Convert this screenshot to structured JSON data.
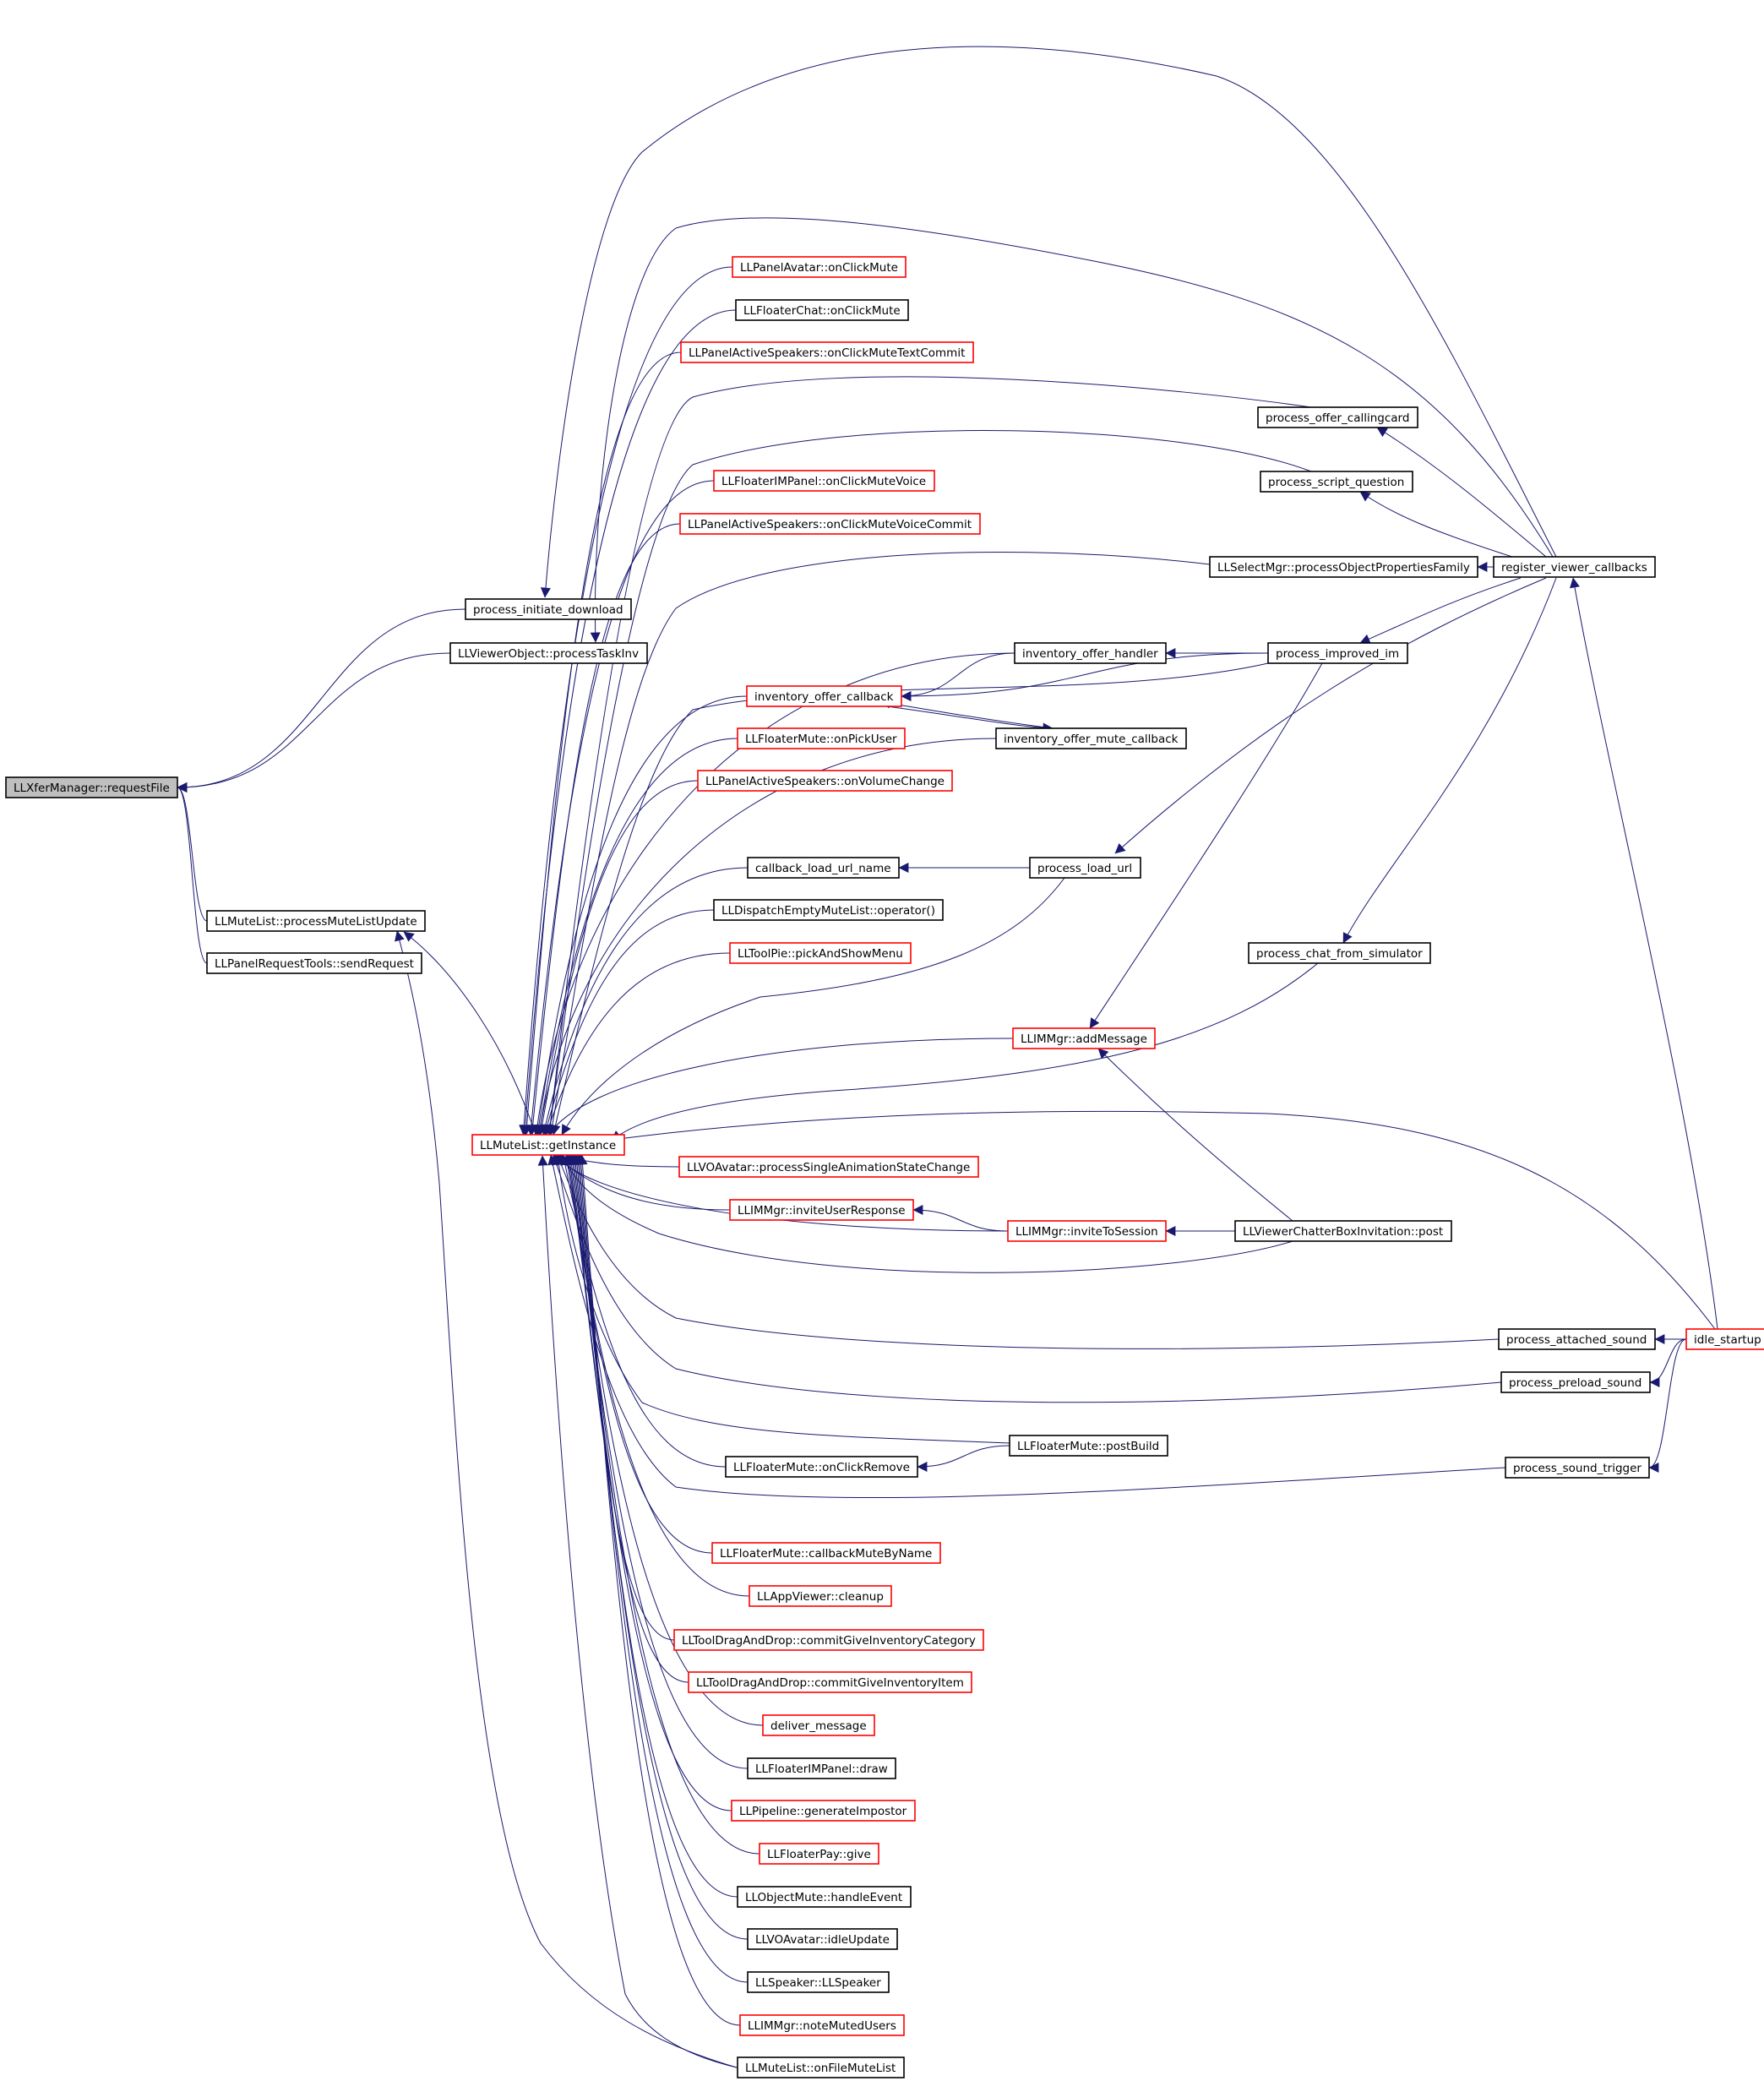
{
  "colors": {
    "edge": "#191970",
    "border_normal": "#000000",
    "border_truncated": "#ff0000",
    "fill_root": "#bfbfbf",
    "fill_normal": "#ffffff"
  },
  "nodes": [
    {
      "id": "requestFile",
      "label": "LLXferManager::requestFile",
      "style": "root"
    },
    {
      "id": "initDownload",
      "label": "process_initiate_download",
      "style": "normal"
    },
    {
      "id": "processTaskInv",
      "label": "LLViewerObject::processTaskInv",
      "style": "normal"
    },
    {
      "id": "processMuteListUpdate",
      "label": "LLMuteList::processMuteListUpdate",
      "style": "normal"
    },
    {
      "id": "sendRequest",
      "label": "LLPanelRequestTools::sendRequest",
      "style": "normal"
    },
    {
      "id": "getInstance",
      "label": "LLMuteList::getInstance",
      "style": "truncated"
    },
    {
      "id": "panelAvatarMute",
      "label": "LLPanelAvatar::onClickMute",
      "style": "truncated"
    },
    {
      "id": "floaterChatMute",
      "label": "LLFloaterChat::onClickMute",
      "style": "normal"
    },
    {
      "id": "pasTextCommit",
      "label": "LLPanelActiveSpeakers::onClickMuteTextCommit",
      "style": "truncated"
    },
    {
      "id": "offerCallingcard",
      "label": "process_offer_callingcard",
      "style": "normal"
    },
    {
      "id": "scriptQuestion",
      "label": "process_script_question",
      "style": "normal"
    },
    {
      "id": "floaterIMMuteVoice",
      "label": "LLFloaterIMPanel::onClickMuteVoice",
      "style": "truncated"
    },
    {
      "id": "pasVoiceCommit",
      "label": "LLPanelActiveSpeakers::onClickMuteVoiceCommit",
      "style": "truncated"
    },
    {
      "id": "selectMgrFamily",
      "label": "LLSelectMgr::processObjectPropertiesFamily",
      "style": "normal"
    },
    {
      "id": "registerCallbacks",
      "label": "register_viewer_callbacks",
      "style": "normal"
    },
    {
      "id": "offerHandler",
      "label": "inventory_offer_handler",
      "style": "normal"
    },
    {
      "id": "improvedIM",
      "label": "process_improved_im",
      "style": "normal"
    },
    {
      "id": "offerCallback",
      "label": "inventory_offer_callback",
      "style": "truncated"
    },
    {
      "id": "offerMuteCallback",
      "label": "inventory_offer_mute_callback",
      "style": "normal"
    },
    {
      "id": "floaterMutePickUser",
      "label": "LLFloaterMute::onPickUser",
      "style": "truncated"
    },
    {
      "id": "pasVolumeChange",
      "label": "LLPanelActiveSpeakers::onVolumeChange",
      "style": "truncated"
    },
    {
      "id": "callbackLoadUrl",
      "label": "callback_load_url_name",
      "style": "normal"
    },
    {
      "id": "processLoadUrl",
      "label": "process_load_url",
      "style": "normal"
    },
    {
      "id": "dispatchEmpty",
      "label": "LLDispatchEmptyMuteList::operator()",
      "style": "normal"
    },
    {
      "id": "toolPie",
      "label": "LLToolPie::pickAndShowMenu",
      "style": "truncated"
    },
    {
      "id": "chatFromSim",
      "label": "process_chat_from_simulator",
      "style": "normal"
    },
    {
      "id": "addMessage",
      "label": "LLIMMgr::addMessage",
      "style": "truncated"
    },
    {
      "id": "singleAnim",
      "label": "LLVOAvatar::processSingleAnimationStateChange",
      "style": "truncated"
    },
    {
      "id": "inviteUserResponse",
      "label": "LLIMMgr::inviteUserResponse",
      "style": "truncated"
    },
    {
      "id": "inviteToSession",
      "label": "LLIMMgr::inviteToSession",
      "style": "truncated"
    },
    {
      "id": "chatterBoxPost",
      "label": "LLViewerChatterBoxInvitation::post",
      "style": "normal"
    },
    {
      "id": "attachedSound",
      "label": "process_attached_sound",
      "style": "normal"
    },
    {
      "id": "idleStartup",
      "label": "idle_startup",
      "style": "truncated"
    },
    {
      "id": "preloadSound",
      "label": "process_preload_sound",
      "style": "normal"
    },
    {
      "id": "floaterMutePostBuild",
      "label": "LLFloaterMute::postBuild",
      "style": "normal"
    },
    {
      "id": "floaterMuteRemove",
      "label": "LLFloaterMute::onClickRemove",
      "style": "normal"
    },
    {
      "id": "soundTrigger",
      "label": "process_sound_trigger",
      "style": "normal"
    },
    {
      "id": "callbackMuteByName",
      "label": "LLFloaterMute::callbackMuteByName",
      "style": "truncated"
    },
    {
      "id": "appCleanup",
      "label": "LLAppViewer::cleanup",
      "style": "truncated"
    },
    {
      "id": "dragGiveCategory",
      "label": "LLToolDragAndDrop::commitGiveInventoryCategory",
      "style": "truncated"
    },
    {
      "id": "dragGiveItem",
      "label": "LLToolDragAndDrop::commitGiveInventoryItem",
      "style": "truncated"
    },
    {
      "id": "deliverMessage",
      "label": "deliver_message",
      "style": "truncated"
    },
    {
      "id": "floaterIMDraw",
      "label": "LLFloaterIMPanel::draw",
      "style": "normal"
    },
    {
      "id": "generateImpostor",
      "label": "LLPipeline::generateImpostor",
      "style": "truncated"
    },
    {
      "id": "floaterPayGive",
      "label": "LLFloaterPay::give",
      "style": "truncated"
    },
    {
      "id": "objectMuteHandle",
      "label": "LLObjectMute::handleEvent",
      "style": "normal"
    },
    {
      "id": "idleUpdate",
      "label": "LLVOAvatar::idleUpdate",
      "style": "normal"
    },
    {
      "id": "speakerCtor",
      "label": "LLSpeaker::LLSpeaker",
      "style": "normal"
    },
    {
      "id": "noteMutedUsers",
      "label": "LLIMMgr::noteMutedUsers",
      "style": "truncated"
    },
    {
      "id": "onFileMuteList",
      "label": "LLMuteList::onFileMuteList",
      "style": "normal"
    }
  ],
  "edges": [
    {
      "from": "initDownload",
      "to": "requestFile"
    },
    {
      "from": "processTaskInv",
      "to": "requestFile"
    },
    {
      "from": "processMuteListUpdate",
      "to": "requestFile"
    },
    {
      "from": "sendRequest",
      "to": "requestFile"
    },
    {
      "from": "registerCallbacks",
      "to": "initDownload"
    },
    {
      "from": "registerCallbacks",
      "to": "processTaskInv"
    },
    {
      "from": "getInstance",
      "to": "processMuteListUpdate"
    },
    {
      "from": "onFileMuteList",
      "to": "processMuteListUpdate"
    },
    {
      "from": "panelAvatarMute",
      "to": "getInstance"
    },
    {
      "from": "floaterChatMute",
      "to": "getInstance"
    },
    {
      "from": "pasTextCommit",
      "to": "getInstance"
    },
    {
      "from": "offerCallingcard",
      "to": "getInstance"
    },
    {
      "from": "scriptQuestion",
      "to": "getInstance"
    },
    {
      "from": "floaterIMMuteVoice",
      "to": "getInstance"
    },
    {
      "from": "pasVoiceCommit",
      "to": "getInstance"
    },
    {
      "from": "selectMgrFamily",
      "to": "getInstance"
    },
    {
      "from": "offerHandler",
      "to": "getInstance"
    },
    {
      "from": "improvedIM",
      "to": "getInstance"
    },
    {
      "from": "offerCallback",
      "to": "getInstance"
    },
    {
      "from": "floaterMutePickUser",
      "to": "getInstance"
    },
    {
      "from": "pasVolumeChange",
      "to": "getInstance"
    },
    {
      "from": "offerMuteCallback",
      "to": "getInstance"
    },
    {
      "from": "callbackLoadUrl",
      "to": "getInstance"
    },
    {
      "from": "processLoadUrl",
      "to": "getInstance"
    },
    {
      "from": "dispatchEmpty",
      "to": "getInstance"
    },
    {
      "from": "toolPie",
      "to": "getInstance"
    },
    {
      "from": "addMessage",
      "to": "getInstance"
    },
    {
      "from": "chatFromSim",
      "to": "getInstance"
    },
    {
      "from": "idleStartup",
      "to": "getInstance"
    },
    {
      "from": "singleAnim",
      "to": "getInstance"
    },
    {
      "from": "inviteUserResponse",
      "to": "getInstance"
    },
    {
      "from": "inviteToSession",
      "to": "getInstance"
    },
    {
      "from": "chatterBoxPost",
      "to": "getInstance"
    },
    {
      "from": "attachedSound",
      "to": "getInstance"
    },
    {
      "from": "preloadSound",
      "to": "getInstance"
    },
    {
      "from": "floaterMutePostBuild",
      "to": "getInstance"
    },
    {
      "from": "floaterMuteRemove",
      "to": "getInstance"
    },
    {
      "from": "soundTrigger",
      "to": "getInstance"
    },
    {
      "from": "callbackMuteByName",
      "to": "getInstance"
    },
    {
      "from": "appCleanup",
      "to": "getInstance"
    },
    {
      "from": "dragGiveCategory",
      "to": "getInstance"
    },
    {
      "from": "dragGiveItem",
      "to": "getInstance"
    },
    {
      "from": "deliverMessage",
      "to": "getInstance"
    },
    {
      "from": "floaterIMDraw",
      "to": "getInstance"
    },
    {
      "from": "generateImpostor",
      "to": "getInstance"
    },
    {
      "from": "floaterPayGive",
      "to": "getInstance"
    },
    {
      "from": "objectMuteHandle",
      "to": "getInstance"
    },
    {
      "from": "idleUpdate",
      "to": "getInstance"
    },
    {
      "from": "speakerCtor",
      "to": "getInstance"
    },
    {
      "from": "noteMutedUsers",
      "to": "getInstance"
    },
    {
      "from": "onFileMuteList",
      "to": "getInstance"
    },
    {
      "from": "registerCallbacks",
      "to": "offerCallingcard"
    },
    {
      "from": "registerCallbacks",
      "to": "scriptQuestion"
    },
    {
      "from": "registerCallbacks",
      "to": "selectMgrFamily"
    },
    {
      "from": "registerCallbacks",
      "to": "improvedIM"
    },
    {
      "from": "registerCallbacks",
      "to": "processLoadUrl"
    },
    {
      "from": "registerCallbacks",
      "to": "chatFromSim"
    },
    {
      "from": "idleStartup",
      "to": "registerCallbacks"
    },
    {
      "from": "improvedIM",
      "to": "offerHandler"
    },
    {
      "from": "improvedIM",
      "to": "offerCallback"
    },
    {
      "from": "improvedIM",
      "to": "addMessage"
    },
    {
      "from": "offerHandler",
      "to": "offerCallback"
    },
    {
      "from": "offerMuteCallback",
      "to": "offerCallback"
    },
    {
      "from": "offerCallback",
      "to": "offerMuteCallback"
    },
    {
      "from": "processLoadUrl",
      "to": "callbackLoadUrl"
    },
    {
      "from": "chatterBoxPost",
      "to": "addMessage"
    },
    {
      "from": "inviteToSession",
      "to": "inviteUserResponse"
    },
    {
      "from": "chatterBoxPost",
      "to": "inviteToSession"
    },
    {
      "from": "idleStartup",
      "to": "attachedSound"
    },
    {
      "from": "idleStartup",
      "to": "preloadSound"
    },
    {
      "from": "idleStartup",
      "to": "soundTrigger"
    },
    {
      "from": "floaterMutePostBuild",
      "to": "floaterMuteRemove"
    }
  ]
}
